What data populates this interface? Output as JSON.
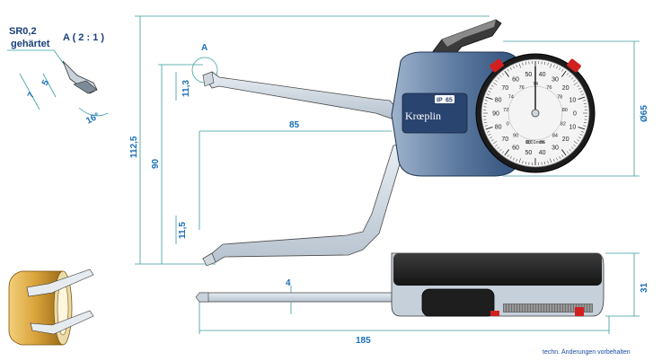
{
  "title": "",
  "brand": {
    "name": "Krœplin",
    "ip_rating": "IP",
    "ip_number": "65"
  },
  "tip_spec": {
    "radius": "SR0,2",
    "hardened": "gehärtet",
    "detail": "A ( 2 : 1 )",
    "dim_5": "5",
    "dim_7": "7",
    "angle": "16°"
  },
  "detail_marker": "A",
  "dimensions": {
    "tip_upper": "11,3",
    "tip_lower": "11,5",
    "reach": "85",
    "height_total": "112,5",
    "height_arm": "90",
    "dial_diameter": "Ø65",
    "jaw_thickness": "4",
    "length_total": "185",
    "body_thickness": "31"
  },
  "dial": {
    "outer_labels": [
      "90",
      "80",
      "70",
      "60",
      "50",
      "40",
      "30",
      "20",
      "10",
      "0",
      "10",
      "20",
      "30",
      "40",
      "50",
      "60",
      "70",
      "80"
    ],
    "inner_labels": [
      "74",
      "76",
      "78",
      "80",
      "82",
      "84",
      "86",
      "88",
      "90",
      "0",
      "72",
      "74",
      "76"
    ],
    "resolution": "0,01mm"
  },
  "footer_note": "techn. Änderungen vorbehalten",
  "colors": {
    "body_blue": "#2f4f7a",
    "accent_red": "#d22020",
    "dimension_teal": "#3b9a9a",
    "label_blue": "#1a6fb8",
    "brass": "#d8a23a"
  }
}
